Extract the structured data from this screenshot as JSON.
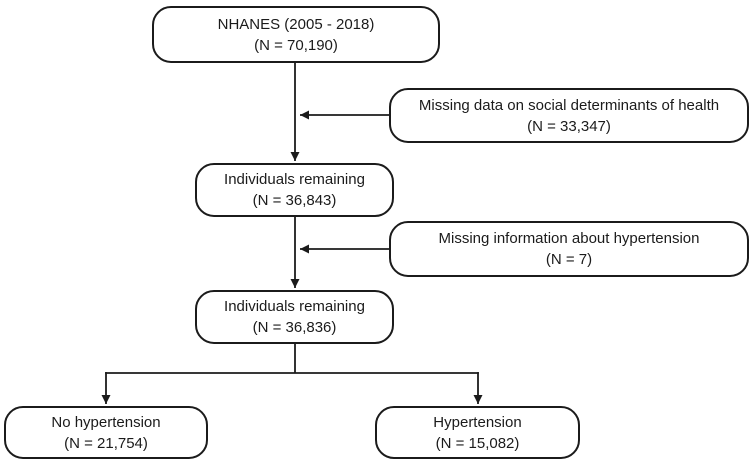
{
  "diagram": {
    "description": "Participant flow chart",
    "colors": {
      "background": "#ffffff",
      "box_fill": "#ffffff",
      "box_border": "#1b1b1b",
      "text": "#1b1b1b",
      "arrow": "#1b1b1b"
    },
    "nodes": {
      "nhanes": {
        "line1": "NHANES (2005 - 2018)",
        "line2": "(N = 70,190)"
      },
      "excl1": {
        "line1": "Missing data on social determinants of health",
        "line2": "(N = 33,347)"
      },
      "remaining1": {
        "line1": "Individuals remaining",
        "line2": "(N = 36,843)"
      },
      "excl2": {
        "line1": "Missing information about hypertension",
        "line2": "(N = 7)"
      },
      "remaining2": {
        "line1": "Individuals remaining",
        "line2": "(N = 36,836)"
      },
      "nohtn": {
        "line1": "No hypertension",
        "line2": "(N = 21,754)"
      },
      "htn": {
        "line1": "Hypertension",
        "line2": "(N = 15,082)"
      }
    },
    "edges": [
      {
        "from": "nhanes",
        "to": "remaining1",
        "type": "arrow-down"
      },
      {
        "from": "excl1",
        "to": "main-flow",
        "type": "arrow-left"
      },
      {
        "from": "remaining1",
        "to": "remaining2",
        "type": "arrow-down"
      },
      {
        "from": "excl2",
        "to": "main-flow",
        "type": "arrow-left"
      },
      {
        "from": "remaining2",
        "to": "nohtn",
        "type": "branch-arrow-down"
      },
      {
        "from": "remaining2",
        "to": "htn",
        "type": "branch-arrow-down"
      }
    ]
  }
}
